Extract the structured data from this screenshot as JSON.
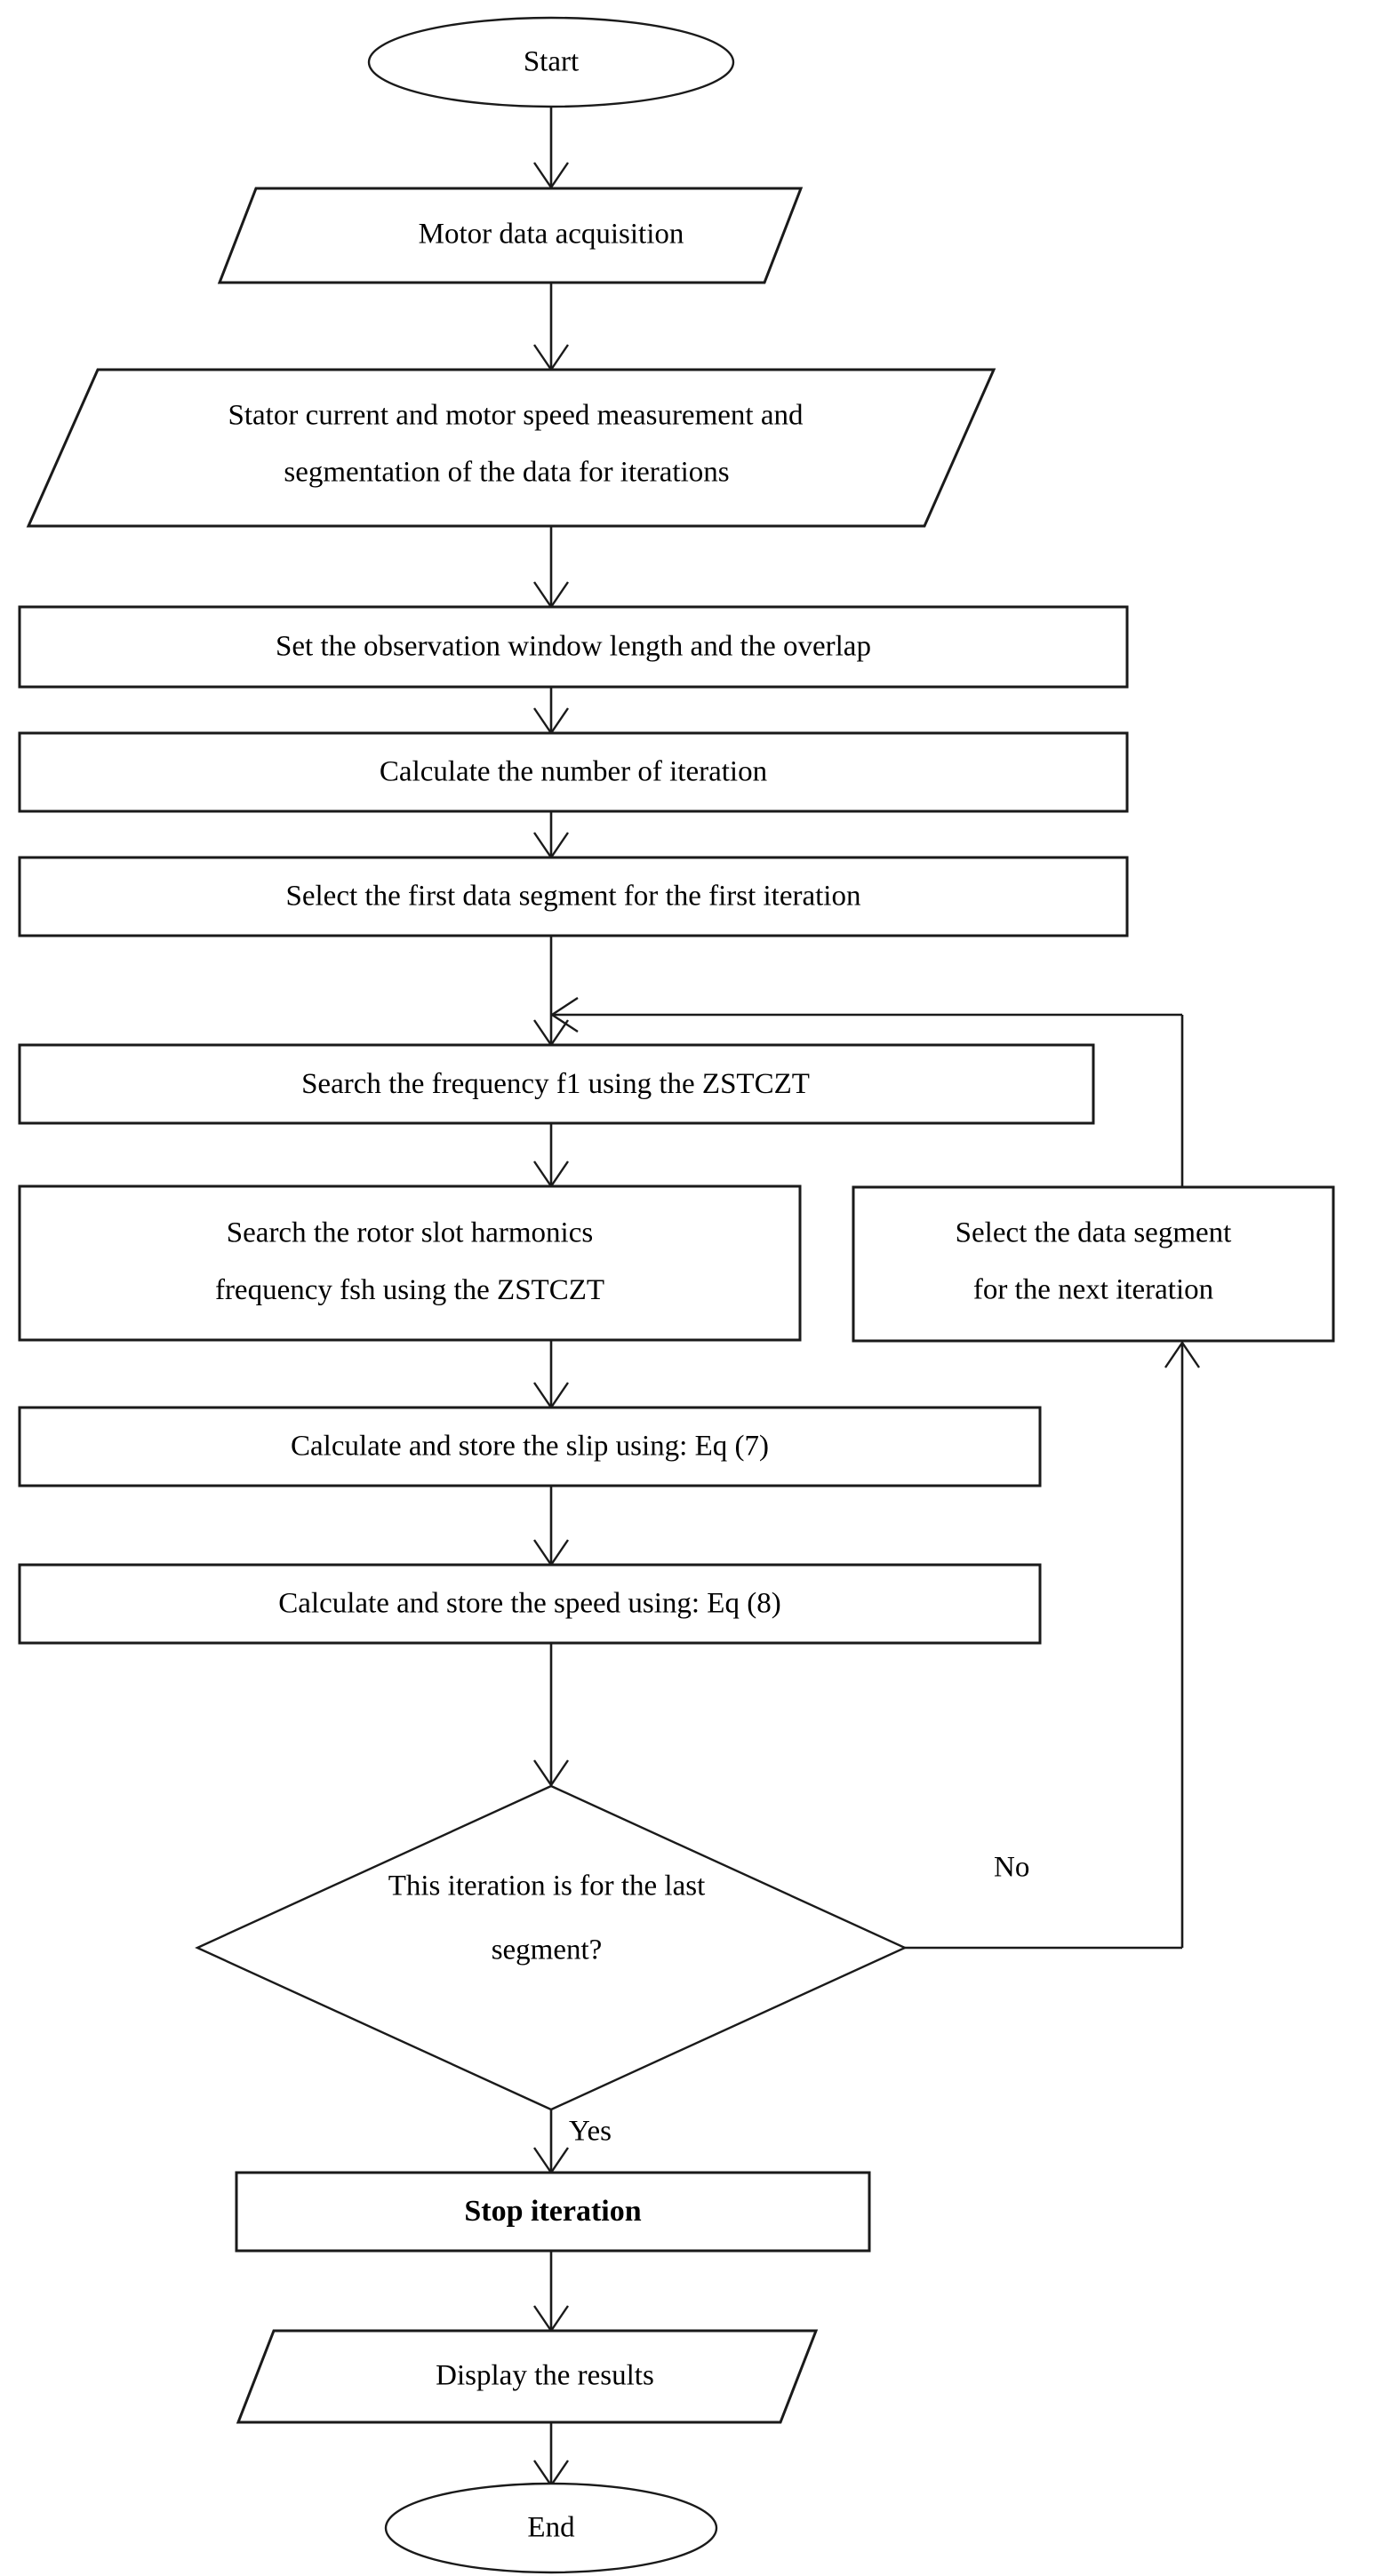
{
  "diagram": {
    "type": "flowchart",
    "title": "Motor speed estimation iteration flowchart",
    "orientation": "top-to-bottom",
    "background_color": "#ffffff",
    "line_color": "#1a1a1a",
    "text_color": "#000000"
  },
  "nodes": {
    "start": {
      "shape": "terminator-ellipse",
      "label": "Start"
    },
    "motor_data": {
      "shape": "parallelogram",
      "label": "Motor data acquisition"
    },
    "stator_meas": {
      "shape": "parallelogram",
      "line1": "Stator current and motor speed measurement and",
      "line2": "segmentation of the data for iterations"
    },
    "set_window": {
      "shape": "process",
      "label": "Set the observation window length and the overlap"
    },
    "calc_iterations": {
      "shape": "process",
      "label": "Calculate the number of iteration"
    },
    "select_first": {
      "shape": "process",
      "label": "Select the first data segment for the first iteration"
    },
    "search_f1": {
      "shape": "process",
      "prefix": "Search the frequency ",
      "italic": "f",
      "suffix": "1 using the ZSTCZT"
    },
    "search_fsh": {
      "shape": "process",
      "line1": "Search the rotor slot harmonics",
      "line2_prefix": "frequency ",
      "line2_italic": "fsh",
      "line2_suffix": " using the ZSTCZT"
    },
    "select_next": {
      "shape": "process",
      "line1": "Select the data segment",
      "line2": "for the next iteration"
    },
    "calc_slip": {
      "shape": "process",
      "label": "Calculate and store the slip using: Eq (7)"
    },
    "calc_speed": {
      "shape": "process",
      "label": "Calculate and store the speed using: Eq (8)"
    },
    "decision": {
      "shape": "decision-diamond",
      "line1": "This iteration is for the last",
      "line2": "segment?"
    },
    "stop_iteration": {
      "shape": "process",
      "label": "Stop iteration",
      "bold": true
    },
    "display_results": {
      "shape": "parallelogram",
      "label": "Display the results"
    },
    "end": {
      "shape": "terminator-ellipse",
      "label": "End"
    }
  },
  "edges": [
    {
      "from": "start",
      "to": "motor_data",
      "label": ""
    },
    {
      "from": "motor_data",
      "to": "stator_meas",
      "label": ""
    },
    {
      "from": "stator_meas",
      "to": "set_window",
      "label": ""
    },
    {
      "from": "set_window",
      "to": "calc_iterations",
      "label": ""
    },
    {
      "from": "calc_iterations",
      "to": "select_first",
      "label": ""
    },
    {
      "from": "select_first",
      "to": "search_f1",
      "label": ""
    },
    {
      "from": "search_f1",
      "to": "search_fsh",
      "label": ""
    },
    {
      "from": "search_fsh",
      "to": "calc_slip",
      "label": ""
    },
    {
      "from": "calc_slip",
      "to": "calc_speed",
      "label": ""
    },
    {
      "from": "calc_speed",
      "to": "decision",
      "label": ""
    },
    {
      "from": "decision",
      "to": "select_next",
      "label": "No"
    },
    {
      "from": "select_next",
      "to": "search_f1",
      "label": ""
    },
    {
      "from": "decision",
      "to": "stop_iteration",
      "label": "Yes"
    },
    {
      "from": "stop_iteration",
      "to": "display_results",
      "label": ""
    },
    {
      "from": "display_results",
      "to": "end",
      "label": ""
    }
  ],
  "edge_labels": {
    "no": "No",
    "yes": "Yes"
  }
}
